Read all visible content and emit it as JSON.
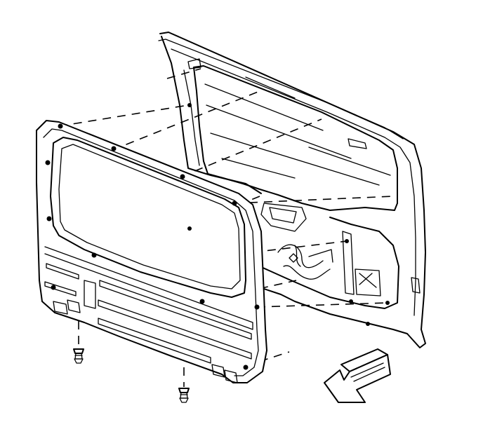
{
  "figure": {
    "kind": "exploded-view line drawing",
    "parts": [
      "liftgate-assembly",
      "liftgate-trim-panel",
      "push-pin-fastener",
      "push-pin-fastener"
    ],
    "colors": {
      "line": "#000000",
      "background": "#ffffff",
      "arrow-fill": "#ffffff"
    },
    "icons": [
      "view-direction-arrow-icon"
    ]
  }
}
